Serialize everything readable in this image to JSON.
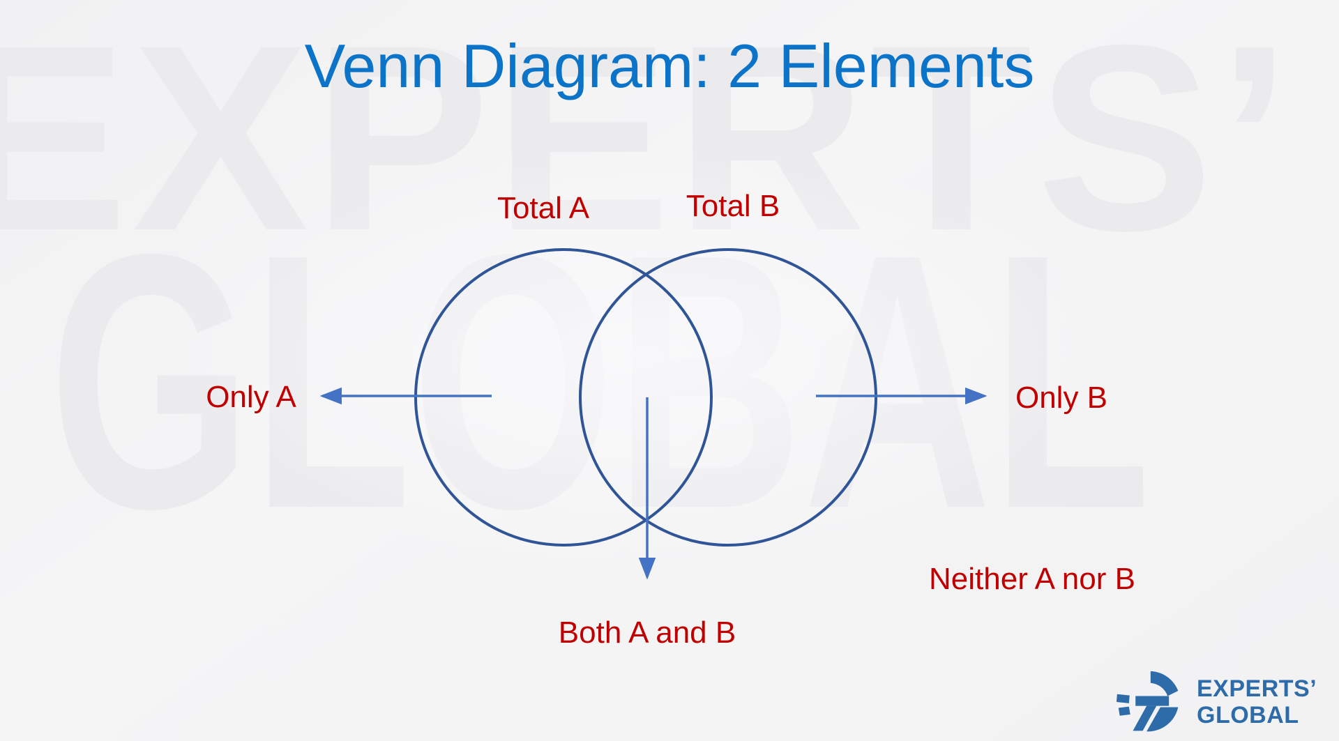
{
  "title": "Venn Diagram: 2 Elements",
  "watermark": {
    "line1": "EXPERTS’",
    "line2": "GLOBAL"
  },
  "diagram": {
    "type": "venn-2-sets",
    "labels": {
      "total_a": "Total A",
      "total_b": "Total B",
      "only_a": "Only A",
      "only_b": "Only B",
      "both": "Both A and B",
      "neither": "Neither A nor B"
    }
  },
  "logo": {
    "line1": "EXPERTS’",
    "line2": "GLOBAL"
  },
  "colors": {
    "background": "#f3f3f4",
    "title_blue": "#0c74c8",
    "label_red": "#c00000",
    "circle_blue": "#2f5597",
    "arrow_blue": "#4472c4",
    "logo_blue": "#2d6ca9",
    "watermark_gray": "#ebebee"
  }
}
